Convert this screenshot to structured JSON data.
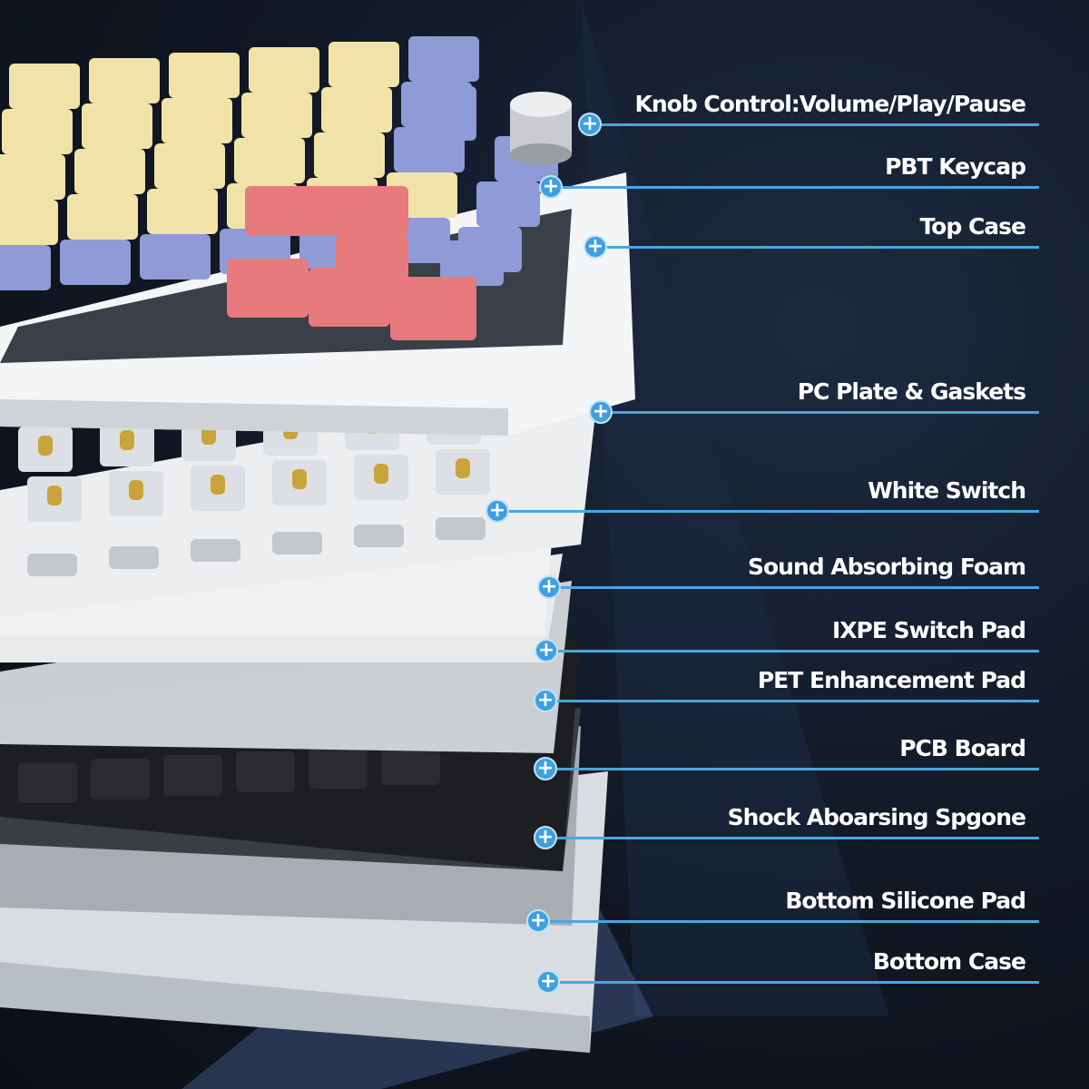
{
  "callouts": [
    {
      "label": "Knob Control:Volume/Play/Pause",
      "icon": "plus-icon"
    },
    {
      "label": "PBT Keycap",
      "icon": "plus-icon"
    },
    {
      "label": "Top Case",
      "icon": "plus-icon"
    },
    {
      "label": "PC Plate & Gaskets",
      "icon": "plus-icon"
    },
    {
      "label": "White Switch",
      "icon": "plus-icon"
    },
    {
      "label": "Sound Absorbing Foam",
      "icon": "plus-icon"
    },
    {
      "label": "IXPE Switch Pad",
      "icon": "plus-icon"
    },
    {
      "label": "PET Enhancement Pad",
      "icon": "plus-icon"
    },
    {
      "label": "PCB Board",
      "icon": "plus-icon"
    },
    {
      "label": "Shock Aboarsing Spgone",
      "icon": "plus-icon"
    },
    {
      "label": "Bottom Silicone Pad",
      "icon": "plus-icon"
    },
    {
      "label": "Bottom Case",
      "icon": "plus-icon"
    }
  ],
  "colors": {
    "accent": "#3f9fe0",
    "line": "#4aa6de",
    "keycap_yellow": "#f1e3a8",
    "keycap_purple": "#8e9bd6",
    "keycap_red": "#e77a7d"
  }
}
